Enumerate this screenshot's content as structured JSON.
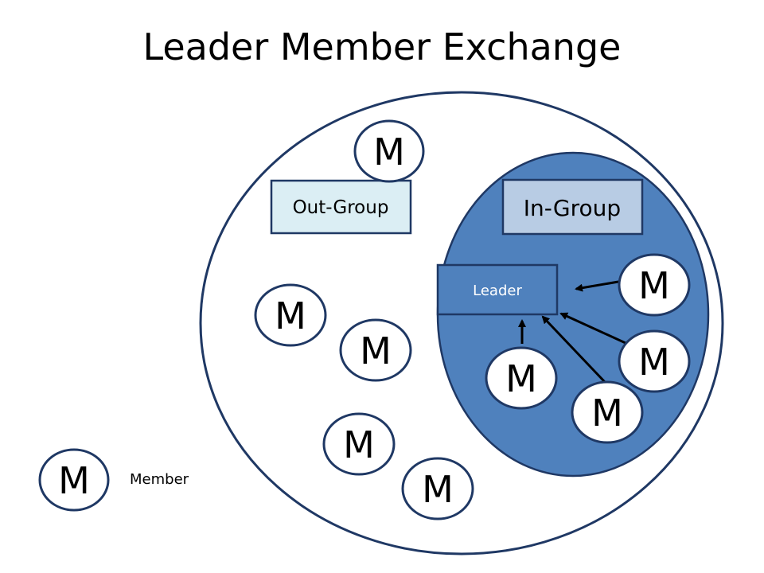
{
  "title": "Leader Member Exchange",
  "out_group": {
    "label": "Out-Group"
  },
  "in_group": {
    "label": "In-Group"
  },
  "leader": {
    "label": "Leader"
  },
  "member": {
    "glyph": "M"
  },
  "legend": {
    "glyph": "M",
    "label": "Member"
  },
  "colors": {
    "outline": "#1f3864",
    "in_group_fill": "#4f81bd",
    "out_group_box_fill": "#dbeef4",
    "in_group_box_fill": "#b8cce4",
    "member_fill": "#ffffff"
  }
}
